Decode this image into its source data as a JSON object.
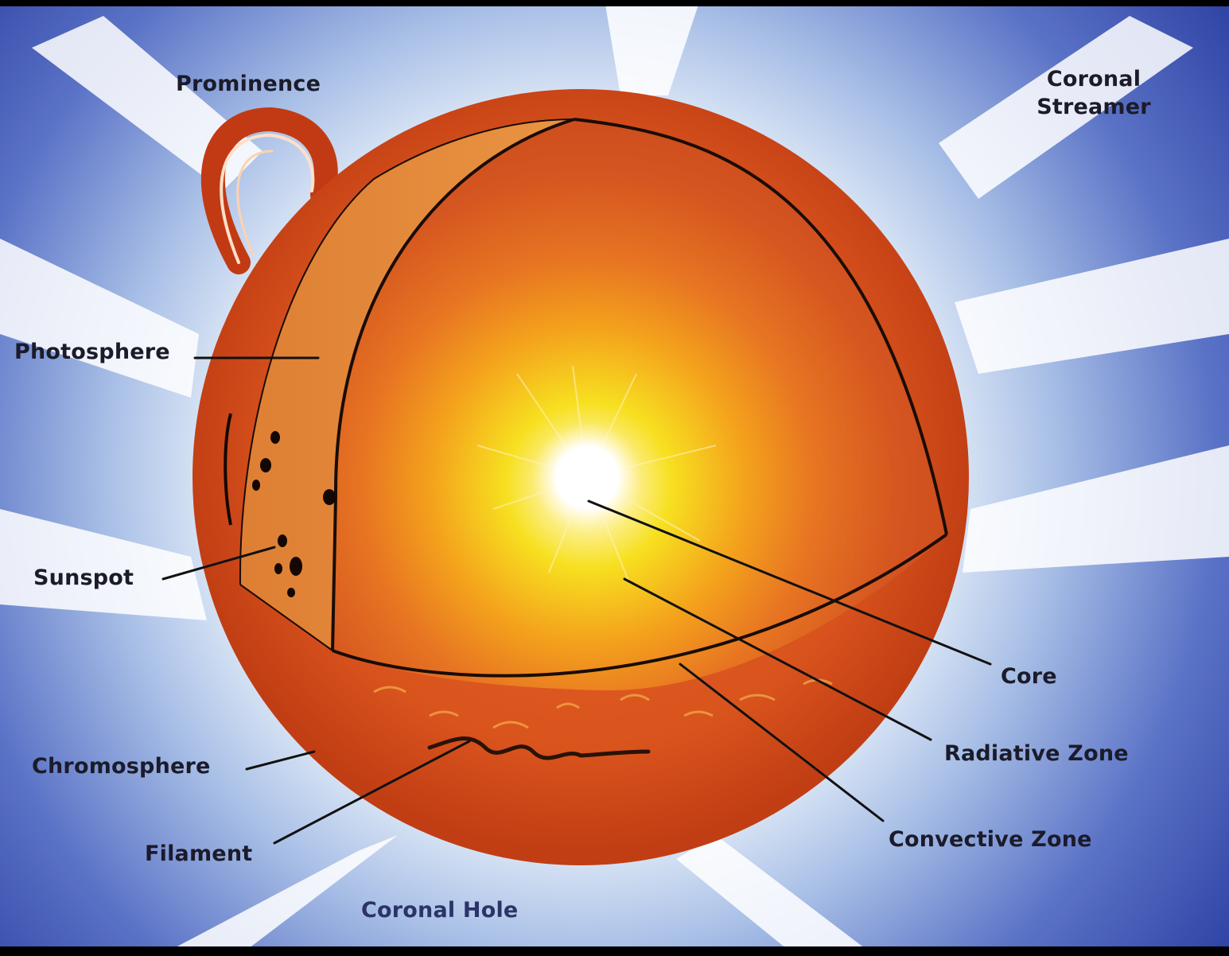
{
  "labels": {
    "prominence": "Prominence",
    "coronal_streamer_line1": "Coronal",
    "coronal_streamer_line2": "Streamer",
    "photosphere": "Photosphere",
    "sunspot": "Sunspot",
    "chromosphere": "Chromosphere",
    "filament": "Filament",
    "coronal_hole": "Coronal Hole",
    "core": "Core",
    "radiative_zone": "Radiative Zone",
    "convective_zone": "Convective Zone"
  },
  "colors": {
    "corona_inner": "#f4f9fc",
    "corona_outer": "#3b53b0",
    "sun_surface": "#d8501c",
    "photosphere_wedge": "#e08a3a",
    "convective_zone": "#d2501e",
    "radiative_zone": "#f08a1c",
    "core_glow": "#f7e41e",
    "core": "#ffffff",
    "leader_line": "#111111"
  }
}
